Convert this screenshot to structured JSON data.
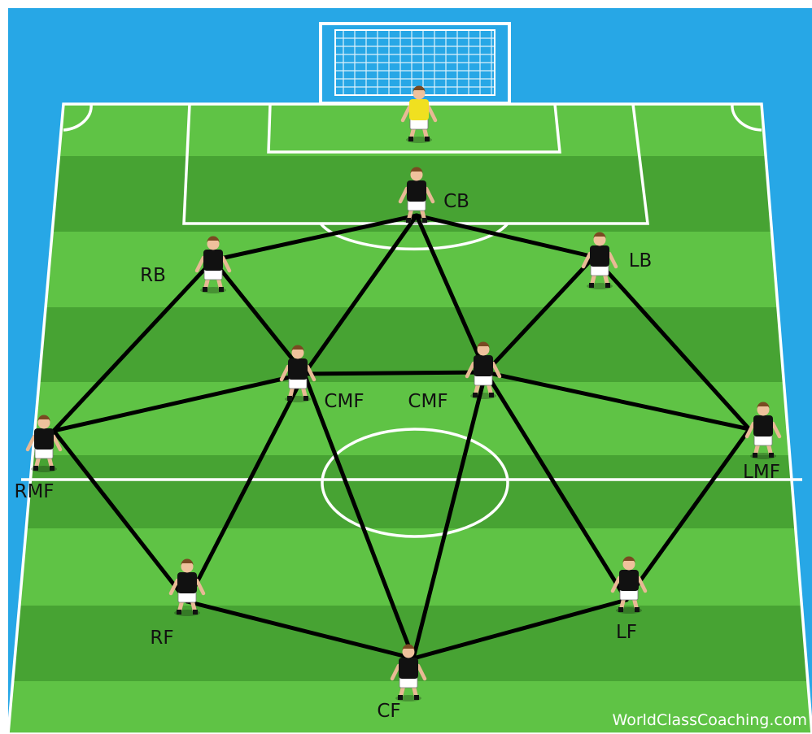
{
  "colors": {
    "sky": "#27a7e6",
    "grass_light": "#5fc345",
    "grass_dark": "#47a333",
    "lines": "#ffffff",
    "links": "#000000",
    "keeper_shirt": "#f0e020",
    "player_shirt": "#111111",
    "shorts": "#ffffff"
  },
  "players": [
    {
      "id": "gk",
      "label": "",
      "role": "goalkeeper"
    },
    {
      "id": "cb",
      "label": "CB",
      "role": "outfield"
    },
    {
      "id": "rb",
      "label": "RB",
      "role": "outfield"
    },
    {
      "id": "lb",
      "label": "LB",
      "role": "outfield"
    },
    {
      "id": "cmfr",
      "label": "CMF",
      "role": "outfield"
    },
    {
      "id": "cmfl",
      "label": "CMF",
      "role": "outfield"
    },
    {
      "id": "rmf",
      "label": "RMF",
      "role": "outfield"
    },
    {
      "id": "lmf",
      "label": "LMF",
      "role": "outfield"
    },
    {
      "id": "rf",
      "label": "RF",
      "role": "outfield"
    },
    {
      "id": "lf",
      "label": "LF",
      "role": "outfield"
    },
    {
      "id": "cf",
      "label": "CF",
      "role": "outfield"
    }
  ],
  "connections": [
    [
      "cb",
      "rb"
    ],
    [
      "cb",
      "lb"
    ],
    [
      "cb",
      "cmfr"
    ],
    [
      "cb",
      "cmfl"
    ],
    [
      "rb",
      "cmfr"
    ],
    [
      "rb",
      "rmf"
    ],
    [
      "lb",
      "cmfl"
    ],
    [
      "lb",
      "lmf"
    ],
    [
      "cmfr",
      "cmfl"
    ],
    [
      "cmfr",
      "rmf"
    ],
    [
      "cmfr",
      "rf"
    ],
    [
      "cmfr",
      "cf"
    ],
    [
      "cmfl",
      "lmf"
    ],
    [
      "cmfl",
      "lf"
    ],
    [
      "cmfl",
      "cf"
    ],
    [
      "rmf",
      "rf"
    ],
    [
      "lmf",
      "lf"
    ],
    [
      "rf",
      "cf"
    ],
    [
      "lf",
      "cf"
    ]
  ],
  "watermark": "WorldClassCoaching.com"
}
